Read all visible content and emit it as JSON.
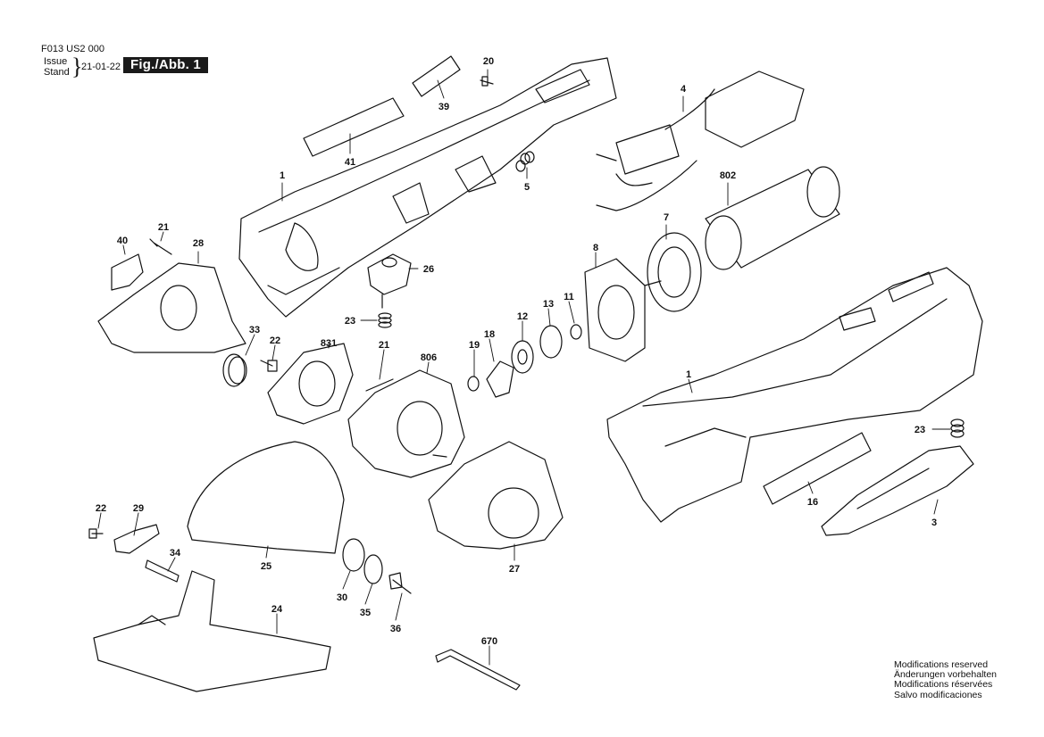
{
  "header": {
    "doc_code": "F013 US2 000",
    "issue_label": "Issue",
    "stand_label": "Stand",
    "issue_date": "21-01-22",
    "figure_title": "Fig./Abb. 1"
  },
  "part_numbers": [
    "20",
    "39",
    "41",
    "1",
    "5",
    "4",
    "802",
    "7",
    "21",
    "40",
    "28",
    "26",
    "8",
    "23",
    "33",
    "22",
    "831",
    "11",
    "13",
    "12",
    "19",
    "18",
    "806",
    "1",
    "23",
    "22",
    "29",
    "34",
    "25",
    "30",
    "35",
    "36",
    "27",
    "16",
    "3",
    "24",
    "670",
    "21"
  ],
  "notes": [
    "Modifications reserved",
    "Änderungen vorbehalten",
    "Modifications réservées",
    "Salvo modificaciones"
  ],
  "colors": {
    "ink": "#111111",
    "fill": "#ffffff",
    "title_bg": "#1a1a1a"
  }
}
